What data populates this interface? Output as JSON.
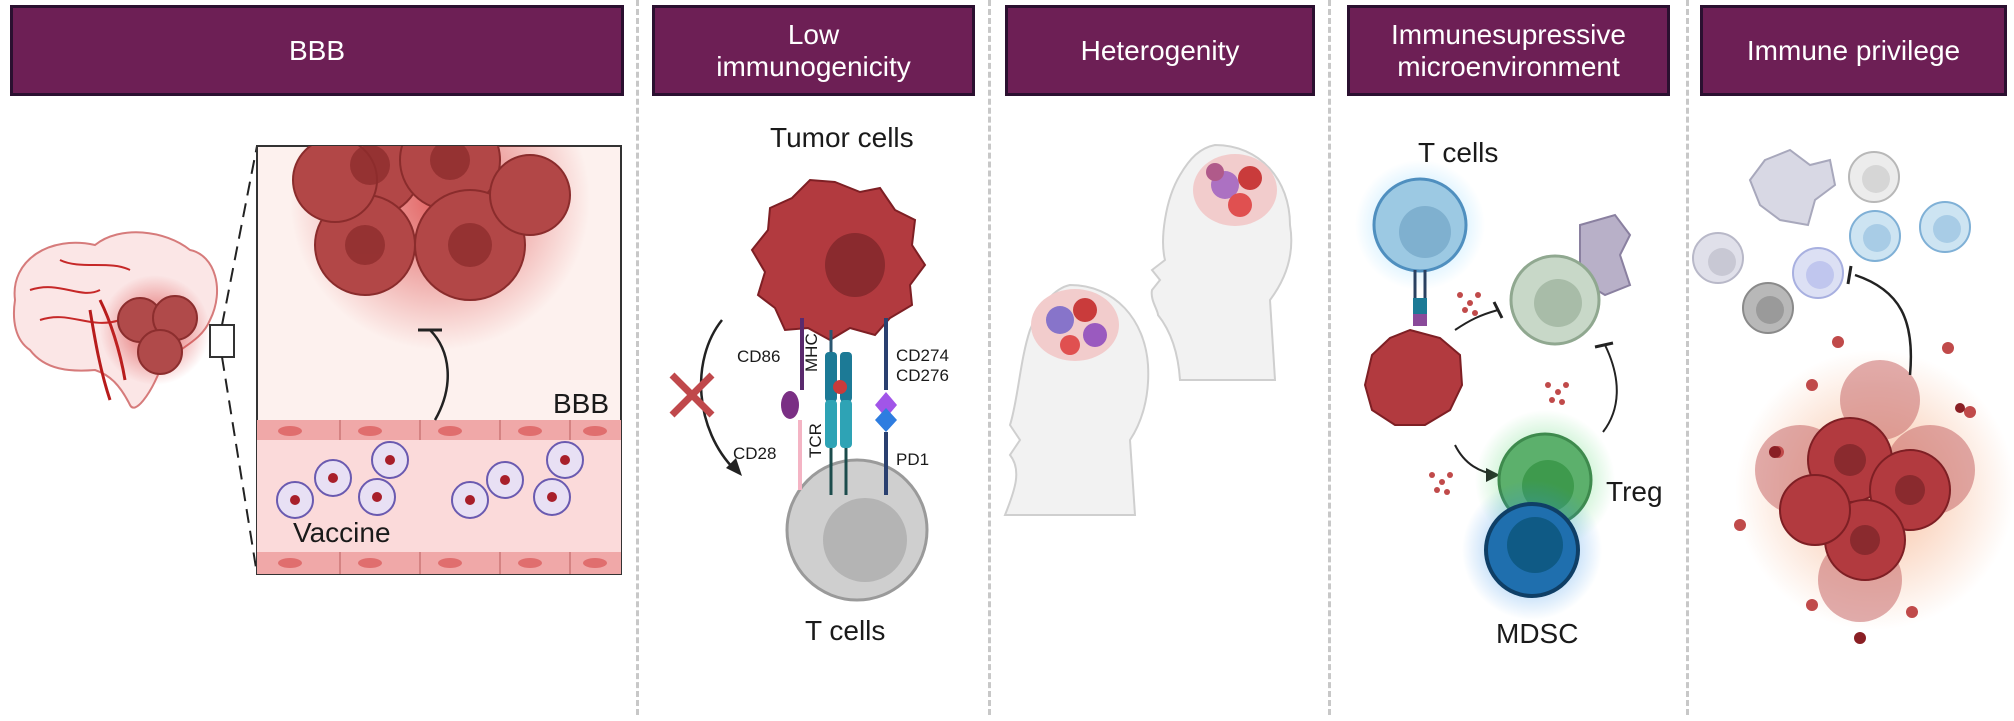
{
  "headers": {
    "bbb": "BBB",
    "low_immunogenicity": "Low\nimmunogenicity",
    "heterogenity": "Heterogenity",
    "immunosuppressive": "Immunesupressive\nmicroenvironment",
    "immune_privilege": "Immune privilege"
  },
  "panel_bbb": {
    "bbb_label": "BBB",
    "vaccine_label": "Vaccine"
  },
  "panel_low_immunogenicity": {
    "tumor_cells_label": "Tumor cells",
    "t_cells_label": "T cells",
    "cd86": "CD86",
    "cd28": "CD28",
    "mhc": "MHC",
    "tcr": "TCR",
    "cd274": "CD274",
    "cd276": "CD276",
    "pd1": "PD1"
  },
  "panel_immunosuppressive": {
    "t_cells_label": "T cells",
    "treg_label": "Treg",
    "mdsc_label": "MDSC"
  },
  "colors": {
    "header_bg": "#6d1f55",
    "tumor": "#b03a3f",
    "t_cell": "#c8c8c8",
    "mhc_tcr": "#1f8fa8",
    "treg": "#3e9a4d",
    "mdsc": "#1f6fae",
    "t_cell_blue": "#9cc9e3"
  }
}
